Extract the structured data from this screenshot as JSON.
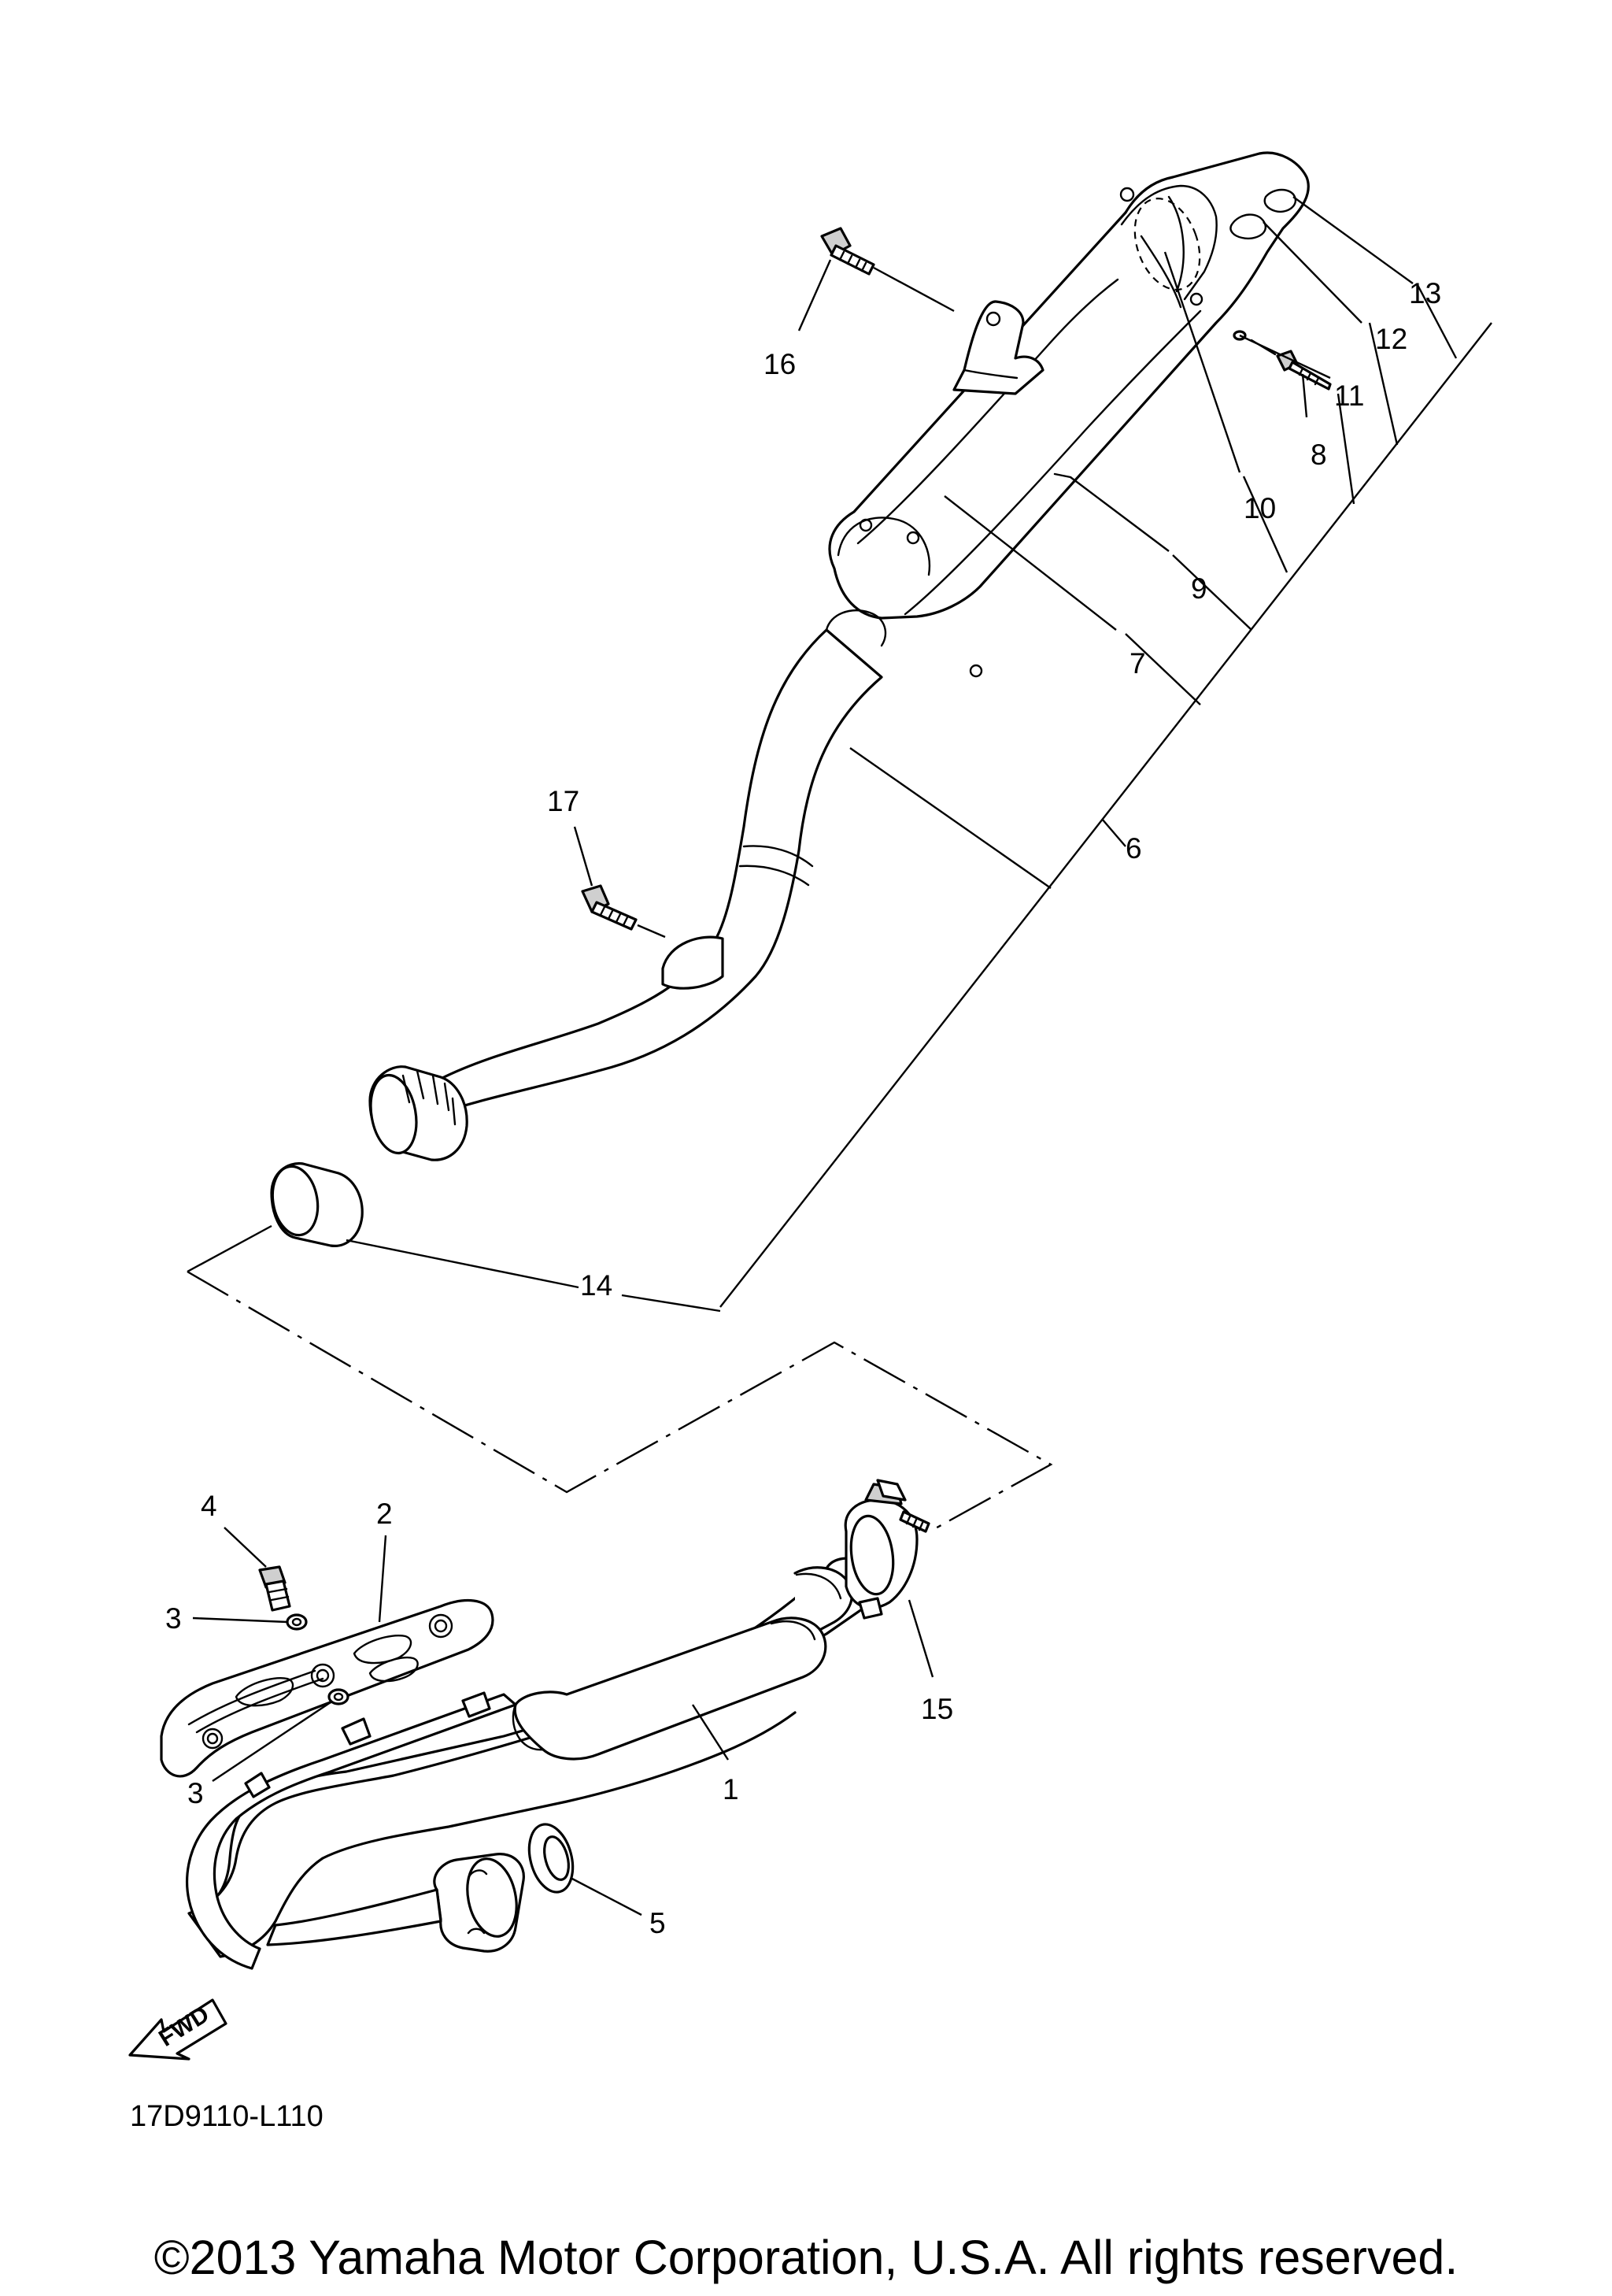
{
  "callouts": {
    "c1": "1",
    "c2": "2",
    "c3a": "3",
    "c3b": "3",
    "c4": "4",
    "c5": "5",
    "c6": "6",
    "c7": "7",
    "c8": "8",
    "c9": "9",
    "c10": "10",
    "c11": "11",
    "c12": "12",
    "c13": "13",
    "c14": "14",
    "c15": "15",
    "c16": "16",
    "c17": "17"
  },
  "fwd_label": "FWD",
  "drawing_code": "17D9110-L110",
  "copyright": "©2013 Yamaha Motor Corporation, U.S.A. All rights reserved."
}
